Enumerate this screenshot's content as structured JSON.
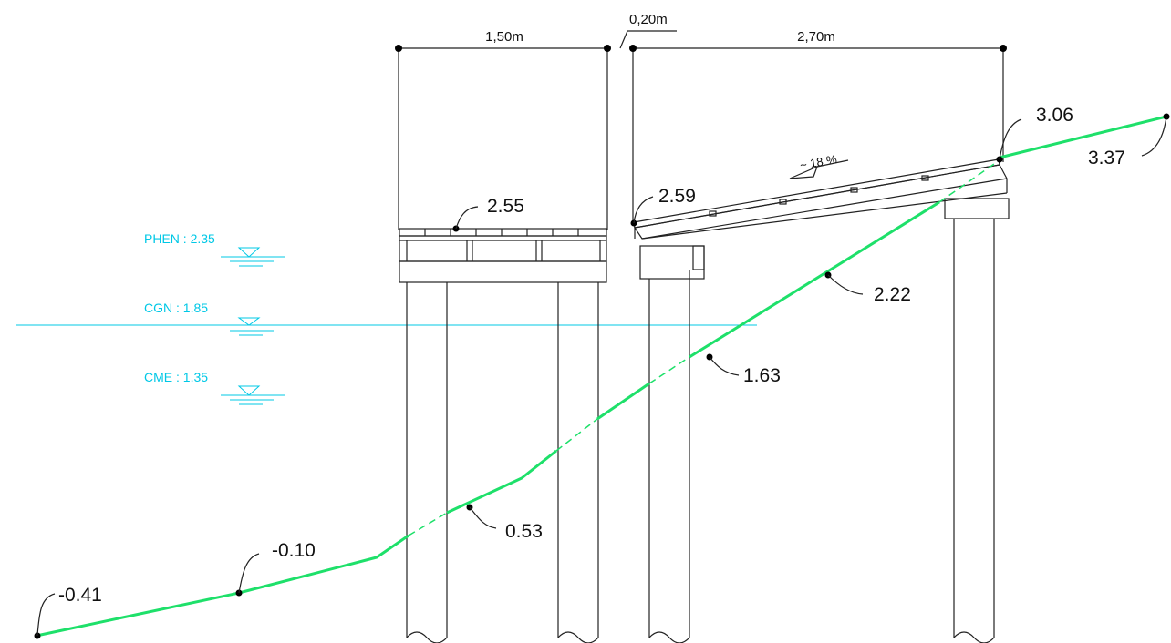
{
  "dimensions": {
    "deck_left_width": "1,50m",
    "gap_width": "0,20m",
    "ramp_width": "2,70m"
  },
  "water_levels": {
    "phen": "PHEN : 2.35",
    "cgn": "CGN : 1.85",
    "cme": "CME : 1.35"
  },
  "slope_label": "~ 18 %",
  "elevations": {
    "e1": "-0.41",
    "e2": "-0.10",
    "e3": "0.53",
    "e4": "1.63",
    "e5": "2.22",
    "e6": "3.06",
    "e7": "3.37",
    "deck_top": "2.55",
    "ramp_low": "2.59"
  },
  "colors": {
    "terrain": "#1ee06a",
    "water": "#00c8e6",
    "structure": "#222222"
  }
}
